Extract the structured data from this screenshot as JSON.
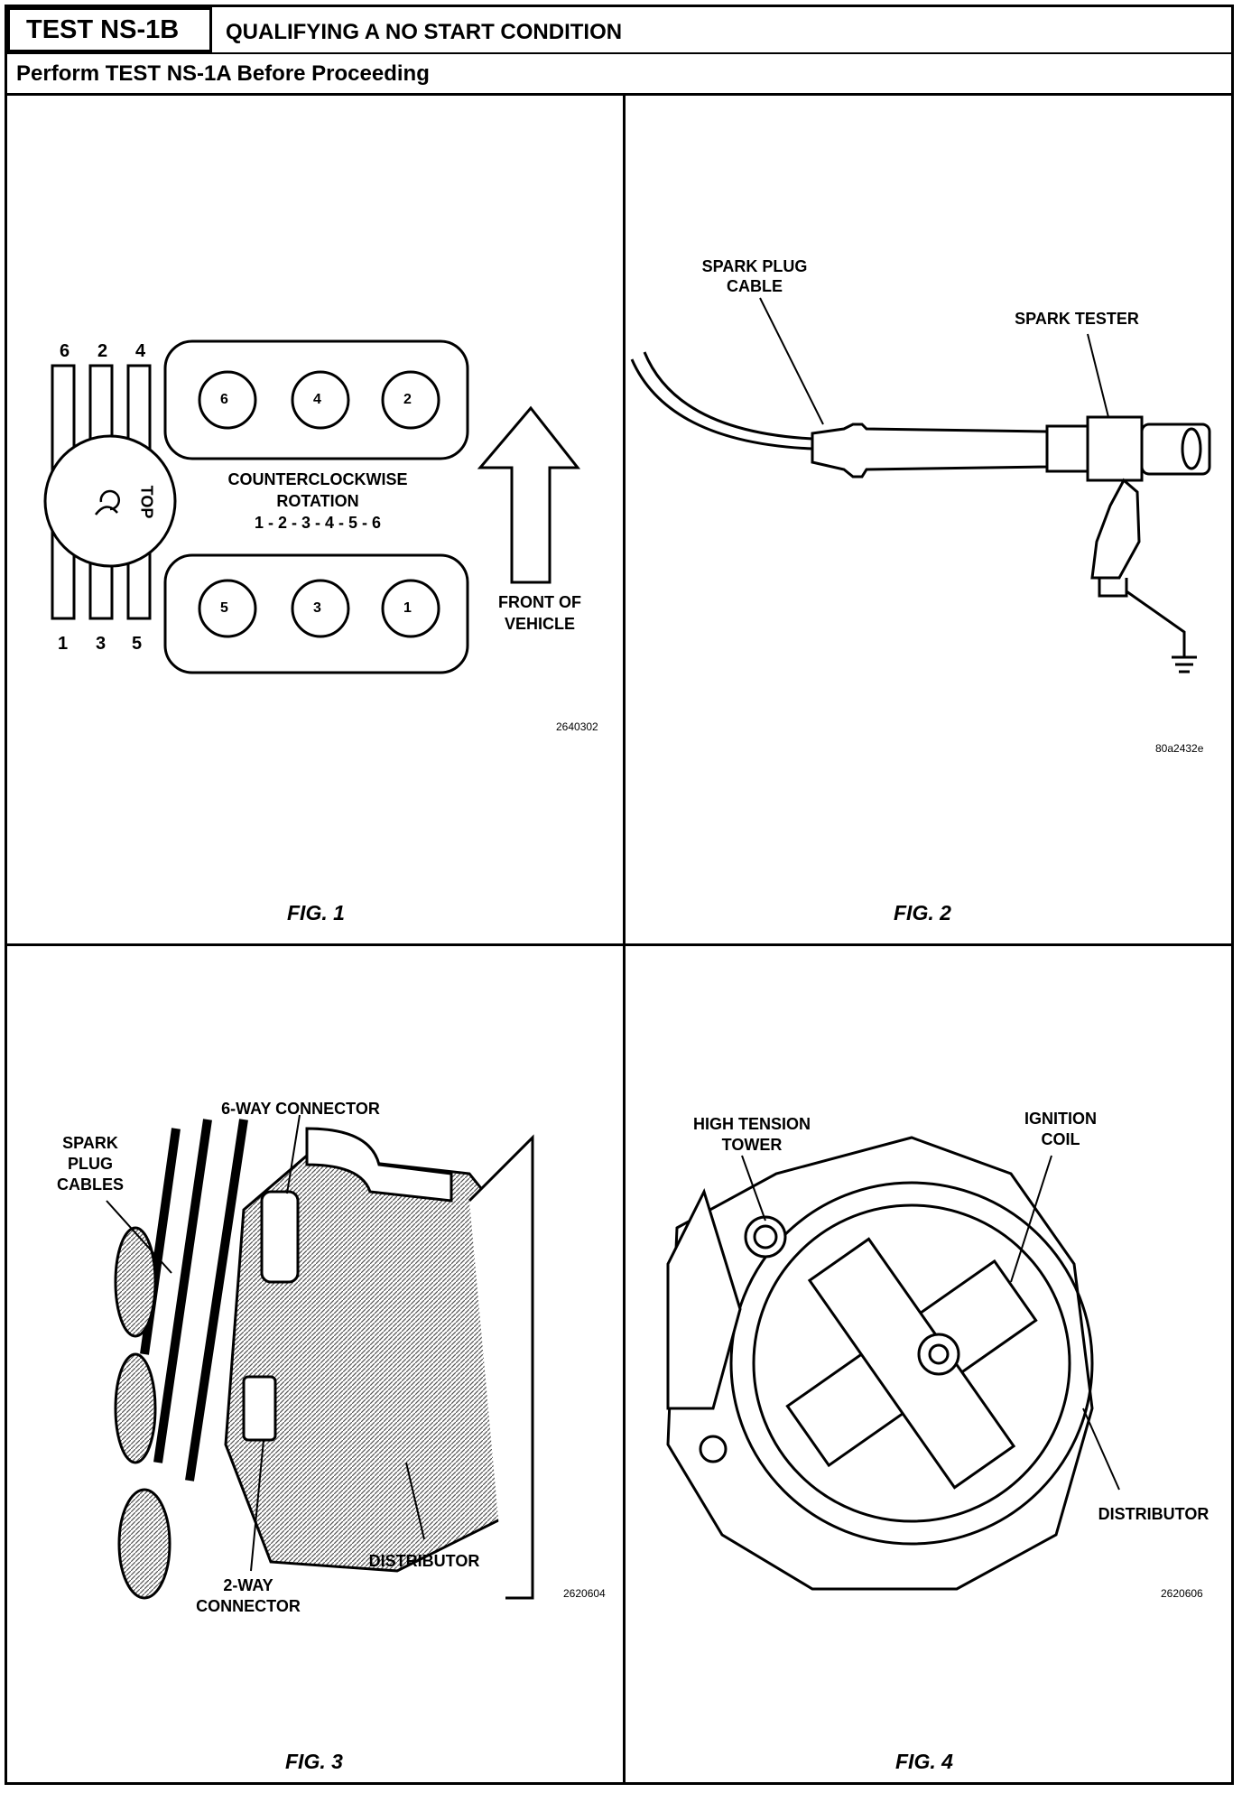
{
  "header": {
    "test_id": "TEST NS-1B",
    "title": "QUALIFYING A NO START CONDITION",
    "subtitle": "Perform TEST NS-1A Before Proceeding"
  },
  "fig1": {
    "caption": "FIG. 1",
    "code": "2640302",
    "top_numbers": [
      "6",
      "2",
      "4"
    ],
    "bottom_numbers": [
      "1",
      "3",
      "5"
    ],
    "cap_label": "TOP",
    "upper_cylinders": [
      "6",
      "4",
      "2"
    ],
    "lower_cylinders": [
      "5",
      "3",
      "1"
    ],
    "rotation_line1": "COUNTERCLOCKWISE",
    "rotation_line2": "ROTATION",
    "firing_order": "1 - 2 - 3 - 4 - 5 - 6",
    "front_line1": "FRONT OF",
    "front_line2": "VEHICLE"
  },
  "fig2": {
    "caption": "FIG. 2",
    "code": "80a2432e",
    "cable_line1": "SPARK PLUG",
    "cable_line2": "CABLE",
    "tester_label": "SPARK TESTER"
  },
  "fig3": {
    "caption": "FIG. 3",
    "code": "2620604",
    "connector6": "6-WAY CONNECTOR",
    "cables_line1": "SPARK",
    "cables_line2": "PLUG",
    "cables_line3": "CABLES",
    "distributor": "DISTRIBUTOR",
    "connector2_line1": "2-WAY",
    "connector2_line2": "CONNECTOR"
  },
  "fig4": {
    "caption": "FIG. 4",
    "code": "2620606",
    "tower_line1": "HIGH TENSION",
    "tower_line2": "TOWER",
    "coil_line1": "IGNITION",
    "coil_line2": "COIL",
    "distributor": "DISTRIBUTOR"
  }
}
